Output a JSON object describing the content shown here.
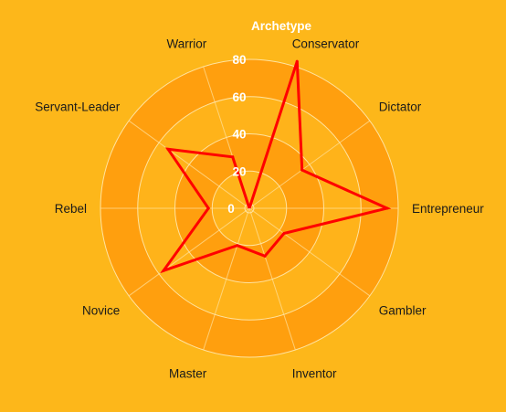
{
  "chart_data": {
    "type": "radar",
    "title": "",
    "axis_title": "Archetype",
    "categories": [
      "Conservator",
      "Dictator",
      "Entrepreneur",
      "Gambler",
      "Inventor",
      "Master",
      "Novice",
      "Rebel",
      "Servant-Leader",
      "Warrior"
    ],
    "series": [
      {
        "name": "",
        "values": [
          83,
          35,
          74,
          23,
          27,
          21,
          57,
          22,
          54,
          29
        ]
      }
    ],
    "rlim": [
      0,
      80
    ],
    "ticks": [
      0,
      20,
      40,
      60,
      80
    ],
    "grid": true,
    "legend": "none",
    "colors": {
      "background": "#FDB71A",
      "band_light": "#FFB31A",
      "band_dark": "#FF9F0E",
      "grid": "#FFE3A0",
      "line": "#FF0000"
    }
  }
}
